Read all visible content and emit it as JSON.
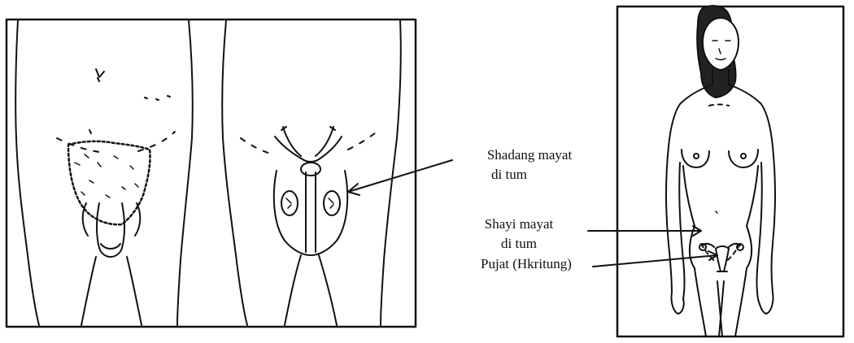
{
  "labels": {
    "male_organs_line1": "Shadang mayat",
    "male_organs_line2": "di tum",
    "female_organs_line1": "Shayi mayat",
    "female_organs_line2": "di tum",
    "uterus": "Pujat (Hkritung)"
  },
  "colors": {
    "ink": "#111111",
    "background": "#ffffff"
  }
}
